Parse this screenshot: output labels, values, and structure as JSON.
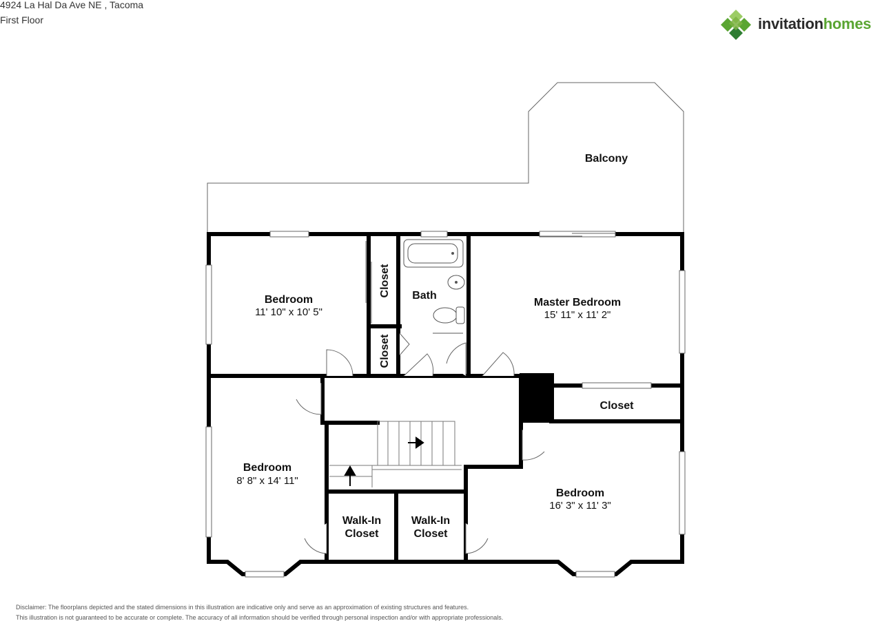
{
  "header": {
    "address": "4924 La Hal Da Ave NE , Tacoma",
    "floor": "First Floor"
  },
  "logo": {
    "word1": "invitation",
    "word2": "homes",
    "colors": {
      "primary": "#5aa532",
      "dark": "#2e7d32",
      "light": "#9ccc65",
      "text": "#2a2a2a"
    }
  },
  "rooms": {
    "balcony": {
      "name": "Balcony"
    },
    "bedroom_nw": {
      "name": "Bedroom",
      "dims": "11' 10\" x 10' 5\""
    },
    "closet_upper": {
      "name": "Closet"
    },
    "closet_lower": {
      "name": "Closet"
    },
    "bath": {
      "name": "Bath"
    },
    "master": {
      "name": "Master Bedroom",
      "dims": "15' 11\" x 11' 2\""
    },
    "closet_east": {
      "name": "Closet"
    },
    "bedroom_w": {
      "name": "Bedroom",
      "dims": "8' 8\" x 14' 11\""
    },
    "bedroom_se": {
      "name": "Bedroom",
      "dims": "16' 3\" x 11' 3\""
    },
    "walkin_1": {
      "line1": "Walk-In",
      "line2": "Closet"
    },
    "walkin_2": {
      "line1": "Walk-In",
      "line2": "Closet"
    }
  },
  "disclaimer": {
    "line1": "Disclaimer: The floorplans depicted and the stated dimensions in this illustration are indicative only and serve as an approximation of existing structures and features.",
    "line2": "This illustration is not guaranteed to be accurate or complete. The accuracy of all information should be verified through personal inspection and/or with appropriate professionals."
  }
}
